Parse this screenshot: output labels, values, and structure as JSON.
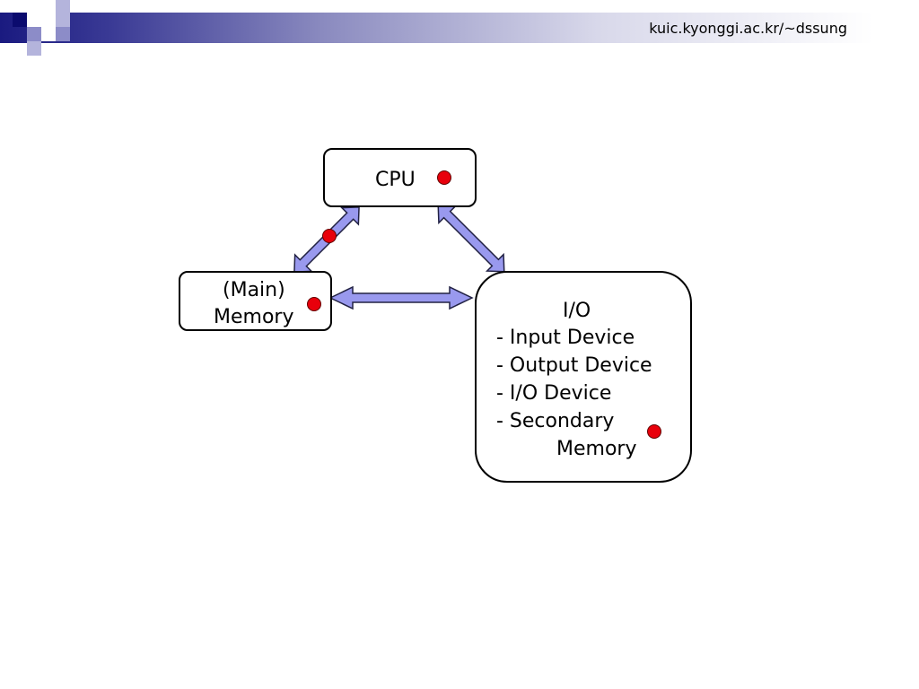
{
  "header": {
    "url": "kuic.kyonggi.ac.kr/~dssung",
    "colors": {
      "navy": "#0b0b6e",
      "periwinkle": "#8c8cc8",
      "lavender": "#b4b4dc"
    }
  },
  "diagram": {
    "cpu": {
      "label": "CPU"
    },
    "memory": {
      "line1": "(Main)",
      "line2": "Memory"
    },
    "io": {
      "title": "I/O",
      "items": [
        "- Input Device",
        "- Output Device",
        "- I/O Device",
        "- Secondary"
      ],
      "continuation": "Memory"
    },
    "colors": {
      "arrow_fill": "#9999ee",
      "arrow_stroke": "#222244",
      "marker": "#e8000b"
    }
  }
}
